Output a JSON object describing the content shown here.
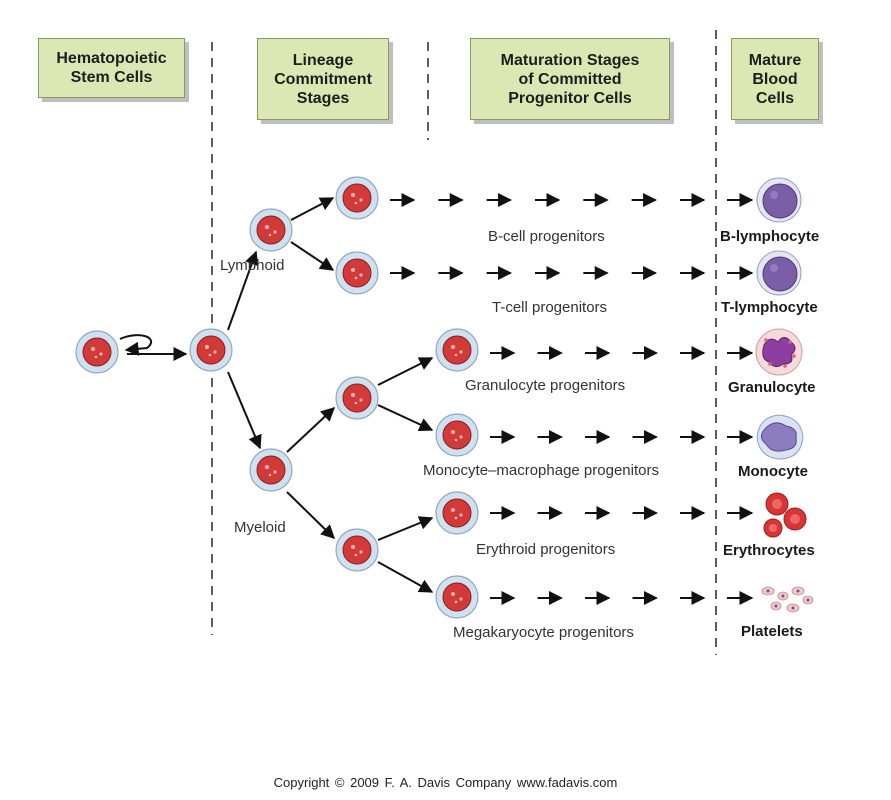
{
  "headers": {
    "stem": "Hematopoietic\nStem Cells",
    "lineage": "Lineage\nCommitment\nStages",
    "maturation": "Maturation Stages\nof Committed\nProgenitor Cells",
    "mature": "Mature\nBlood\nCells"
  },
  "branches": {
    "lymphoid": "Lymphoid",
    "myeloid": "Myeloid"
  },
  "progenitors": [
    "B-cell progenitors",
    "T-cell progenitors",
    "Granulocyte progenitors",
    "Monocyte–macrophage progenitors",
    "Erythroid progenitors",
    "Megakaryocyte progenitors"
  ],
  "mature_cells": [
    "B-lymphocyte",
    "T-lymphocyte",
    "Granulocyte",
    "Monocyte",
    "Erythrocytes",
    "Platelets"
  ],
  "copyright": "Copyright © 2009    F. A. Davis Company    www.fadavis.com",
  "colors": {
    "header_fill": "#dbe8b4",
    "cell_red": "#d23a3a",
    "cell_halo": "#cfe0ef",
    "lymphocyte": "#7b5ea8",
    "arrow": "#111111"
  }
}
